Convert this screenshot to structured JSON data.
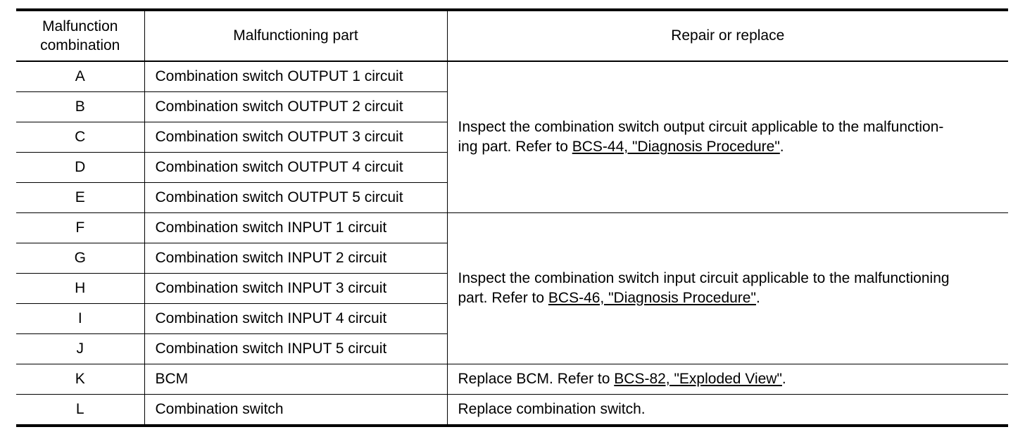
{
  "header": {
    "col1_line1": "Malfunction",
    "col1_line2": "combination",
    "col2": "Malfunctioning part",
    "col3": "Repair or replace"
  },
  "rows": [
    {
      "code": "A",
      "part": "Combination switch OUTPUT 1 circuit"
    },
    {
      "code": "B",
      "part": "Combination switch OUTPUT 2 circuit"
    },
    {
      "code": "C",
      "part": "Combination switch OUTPUT 3 circuit"
    },
    {
      "code": "D",
      "part": "Combination switch OUTPUT 4 circuit"
    },
    {
      "code": "E",
      "part": "Combination switch OUTPUT 5 circuit"
    },
    {
      "code": "F",
      "part": "Combination switch INPUT 1 circuit"
    },
    {
      "code": "G",
      "part": "Combination switch INPUT 2 circuit"
    },
    {
      "code": "H",
      "part": "Combination switch INPUT 3 circuit"
    },
    {
      "code": "I",
      "part": "Combination switch INPUT 4 circuit"
    },
    {
      "code": "J",
      "part": "Combination switch INPUT 5 circuit"
    },
    {
      "code": "K",
      "part": "BCM"
    },
    {
      "code": "L",
      "part": "Combination switch"
    }
  ],
  "actions": {
    "output": {
      "line1": "Inspect the combination switch output circuit applicable to the malfunction-",
      "line2_pre": "ing part. Refer to ",
      "link": "BCS-44, \"Diagnosis Procedure\"",
      "post": "."
    },
    "input": {
      "line1": "Inspect the combination switch input circuit applicable to the malfunctioning",
      "line2_pre": "part. Refer to ",
      "link": "BCS-46, \"Diagnosis Procedure\"",
      "post": "."
    },
    "bcm": {
      "pre": "Replace BCM. Refer to ",
      "link": "BCS-82, \"Exploded View\"",
      "post": "."
    },
    "switch": {
      "text": "Replace combination switch."
    }
  }
}
